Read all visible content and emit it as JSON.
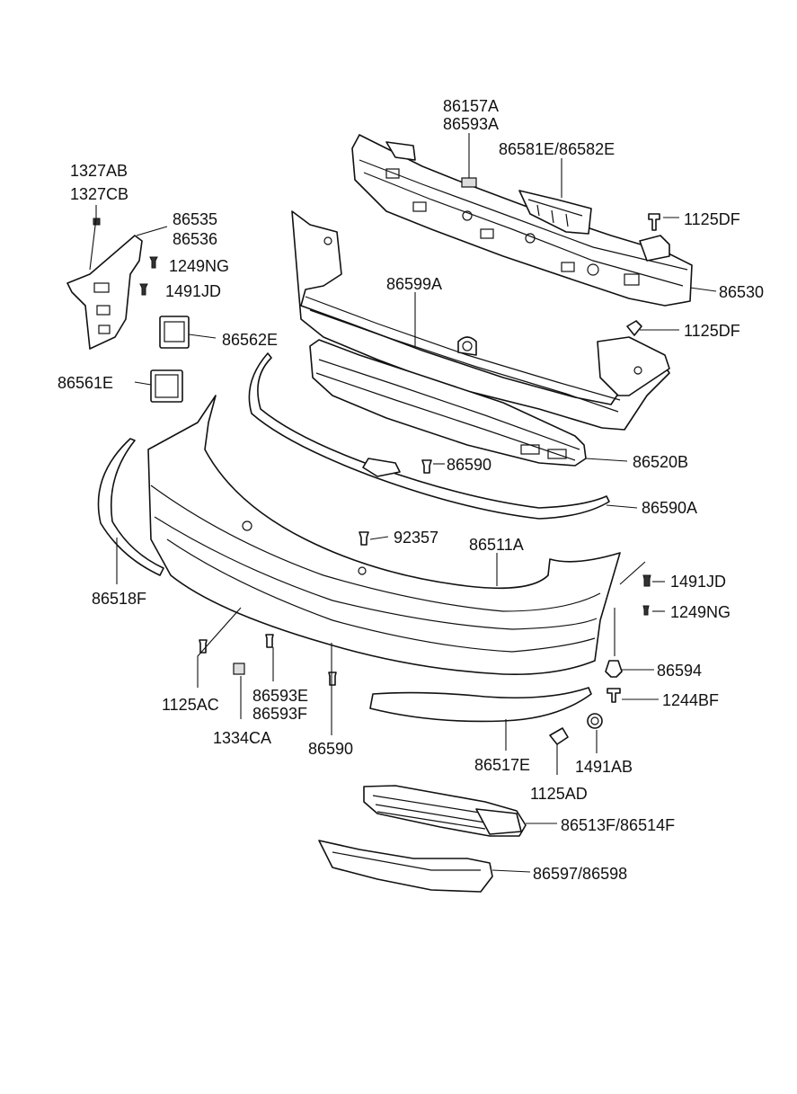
{
  "diagram": {
    "labels": {
      "p86157A": "86157A",
      "p86593A": "86593A",
      "p86581E": "86581E/86582E",
      "p1327AB": "1327AB",
      "p1327CB": "1327CB",
      "p86535": "86535",
      "p86536": "86536",
      "p1249NG_top": "1249NG",
      "p1491JD_top": "1491JD",
      "p1125DF_top": "1125DF",
      "p86599A": "86599A",
      "p86530": "86530",
      "p1125DF_mid": "1125DF",
      "p86562E": "86562E",
      "p86561E": "86561E",
      "p86590_top": "86590",
      "p86520B": "86520B",
      "p86590A": "86590A",
      "p92357": "92357",
      "p86511A": "86511A",
      "p86518F": "86518F",
      "p1491JD_right": "1491JD",
      "p1249NG_right": "1249NG",
      "p86594": "86594",
      "p1244BF": "1244BF",
      "p1125AC": "1125AC",
      "p86593E": "86593E",
      "p86593F": "86593F",
      "p1334CA": "1334CA",
      "p86590_bottom": "86590",
      "p86517E": "86517E",
      "p1491AB": "1491AB",
      "p1125AD": "1125AD",
      "p86513F": "86513F/86514F",
      "p86597": "86597/86598"
    }
  }
}
